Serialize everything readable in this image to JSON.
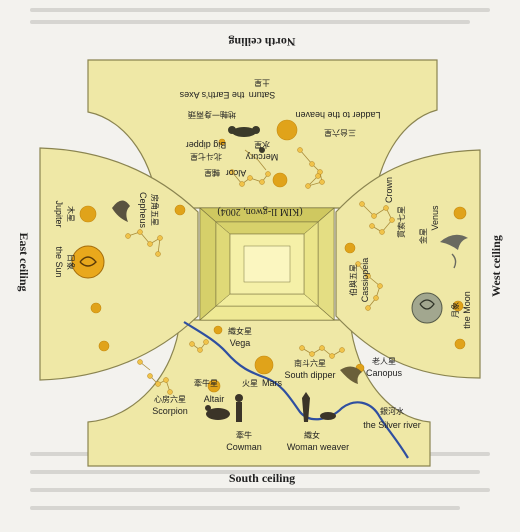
{
  "walls": {
    "north": "North ceiling",
    "south": "South ceiling",
    "east": "East ceiling",
    "west": "West ceiling"
  },
  "caption": "(KIM Il-gwon, 2004)",
  "north_labels": {
    "saturn": "Saturn",
    "saturn_cn": "土星",
    "axes": "the Earth's Axes",
    "axes_cn": "地軸一身兩頭",
    "ladder": "Ladder to the heaven",
    "ladder_cn": "三台六星",
    "mercury": "Mercury",
    "mercury_cn": "水星",
    "big_dipper": "Big dipper",
    "big_dipper_cn": "北斗七星",
    "alcor": "Alcor",
    "alcor_cn": "輔星"
  },
  "east_labels": {
    "jupiter": "Jupiter",
    "jupiter_cn": "木星",
    "sun": "the Sun",
    "sun_cn": "日象",
    "cepheus": "Cepheus",
    "cepheus_cn": "房角五星"
  },
  "west_labels": {
    "crown": "Crown",
    "crown_cn": "貫索七星",
    "venus": "Venus",
    "venus_cn": "金星",
    "cassiopeia": "Cassiopeia",
    "cassiopeia_cn": "伯與五星",
    "moon": "the Moon",
    "moon_cn": "月象"
  },
  "south_labels": {
    "vega": "Vega",
    "vega_cn": "織女星",
    "south_dipper": "South dipper",
    "south_dipper_cn": "南斗六星",
    "canopus": "Canopus",
    "canopus_cn": "老人星",
    "mars": "Mars",
    "mars_cn": "火星",
    "altair": "Altair",
    "altair_cn": "牽牛星",
    "scorpion": "Scorpion",
    "scorpion_cn": "心房六星",
    "cowman": "Cowman",
    "cowman_cn": "牽牛",
    "woman_weaver": "Woman weaver",
    "woman_weaver_cn": "織女",
    "silver_river": "the Silver river",
    "silver_river_cn": "銀河水"
  },
  "colors": {
    "panel": "#efe8a6",
    "star": "#e0a31a",
    "river": "#2f4fa0",
    "center": "#e8e27e"
  }
}
